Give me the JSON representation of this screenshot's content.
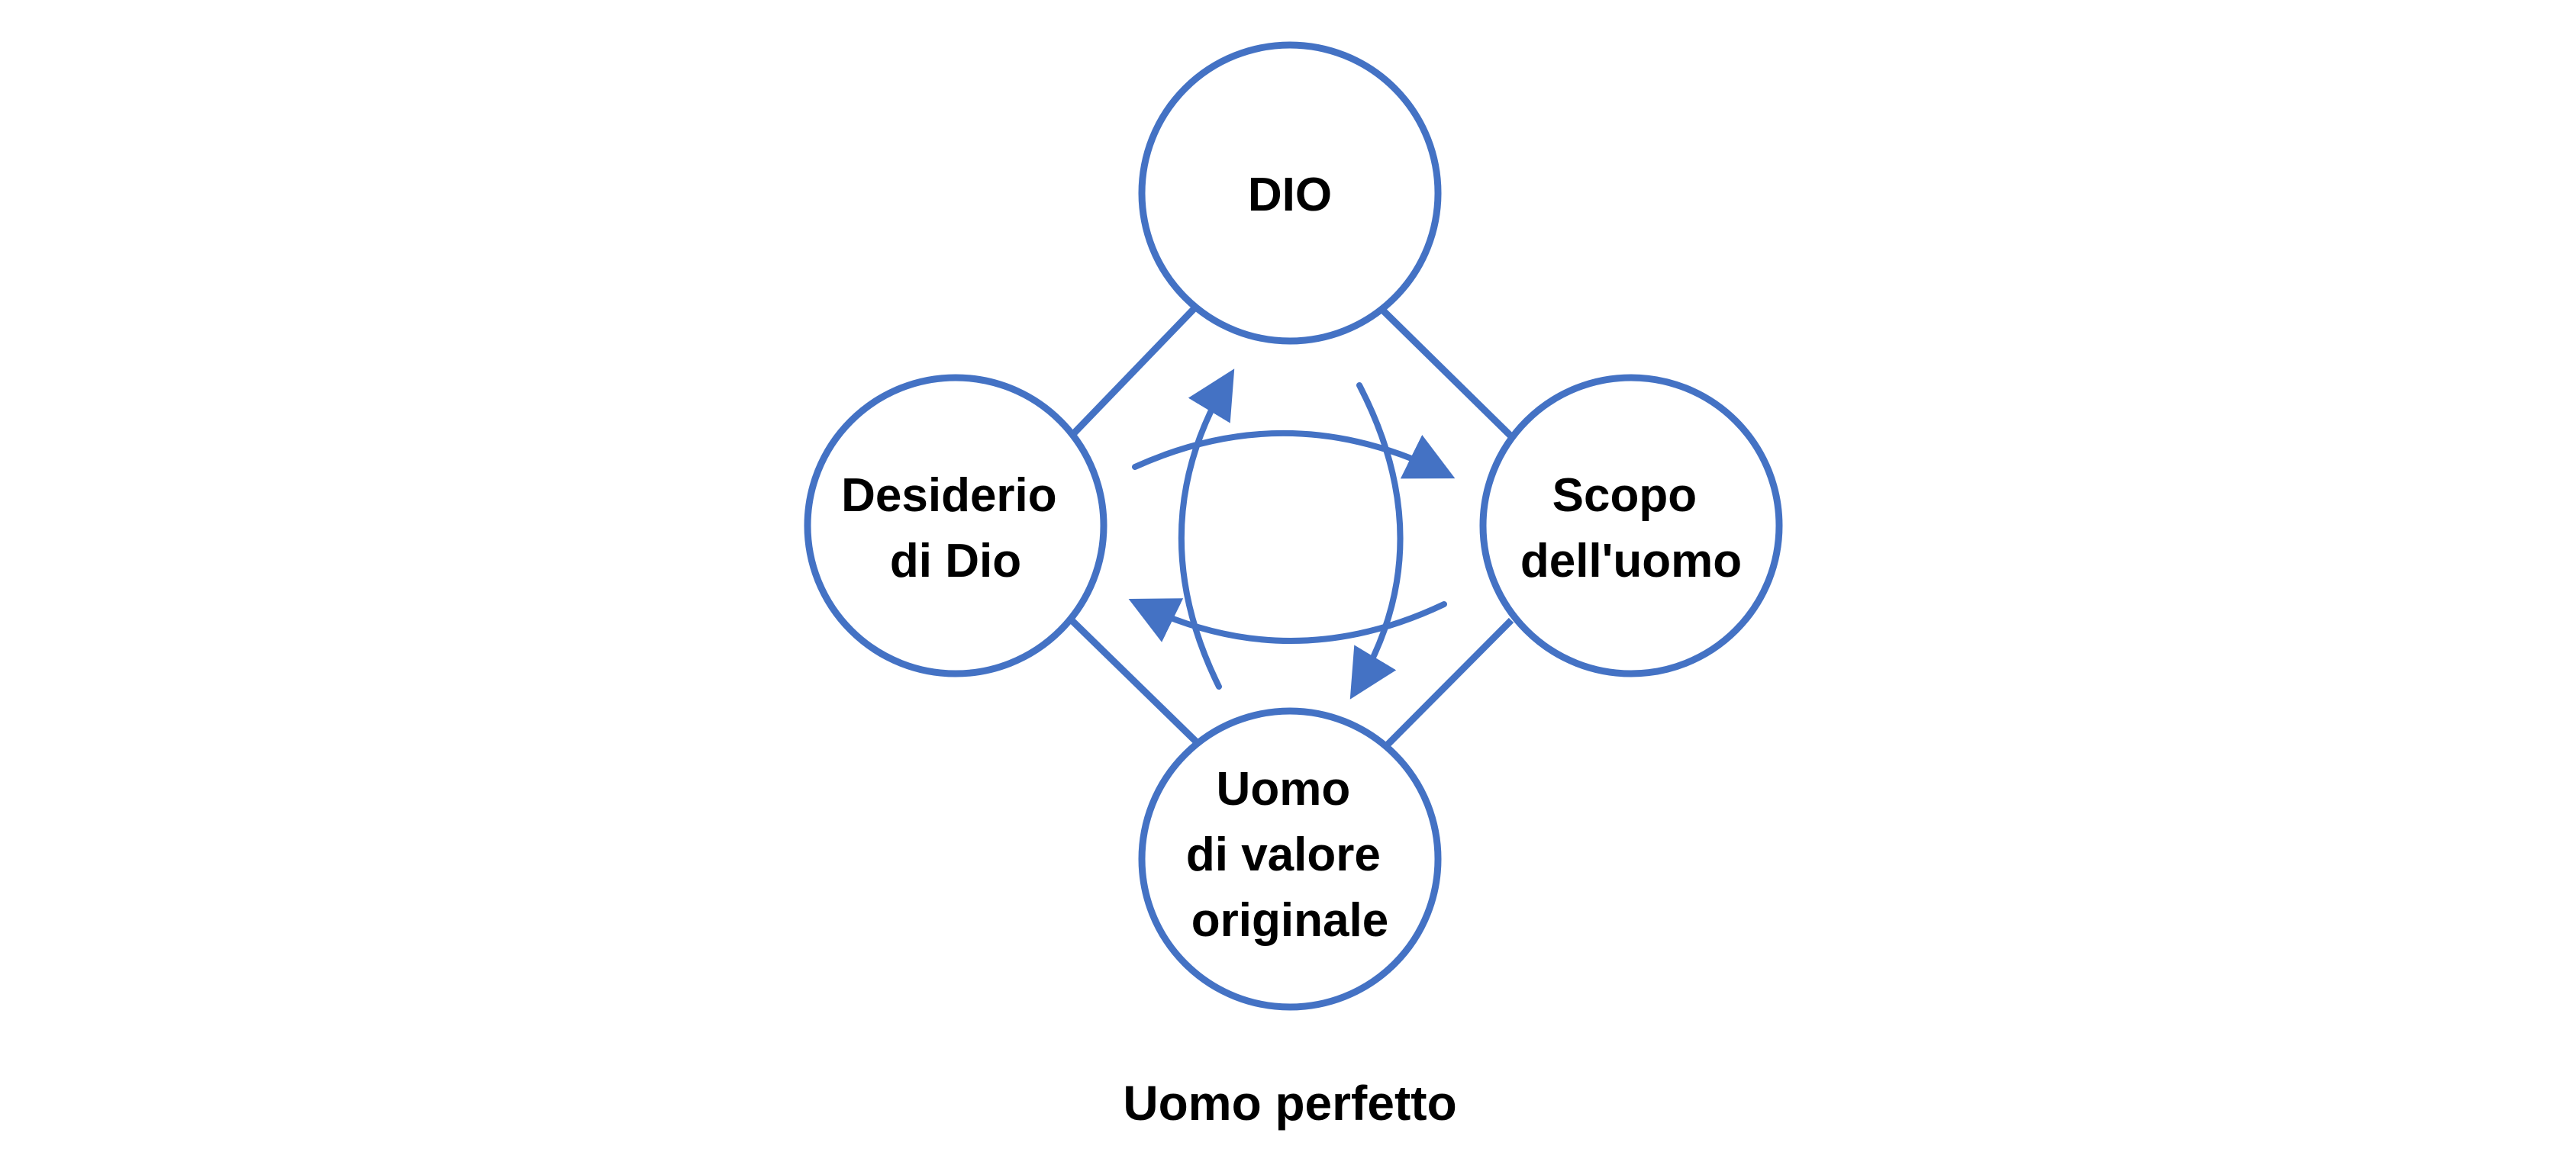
{
  "colors": {
    "accent": "#4472C4",
    "text": "#000000",
    "background": "#FFFFFF"
  },
  "nodes": {
    "top": {
      "lines": [
        "DIO"
      ]
    },
    "left": {
      "lines": [
        "Desiderio",
        "di Dio"
      ]
    },
    "right": {
      "lines": [
        "Scopo",
        "dell'uomo"
      ]
    },
    "bottom": {
      "lines": [
        "Uomo",
        "di valore",
        "originale"
      ]
    }
  },
  "caption": "Uomo perfetto"
}
